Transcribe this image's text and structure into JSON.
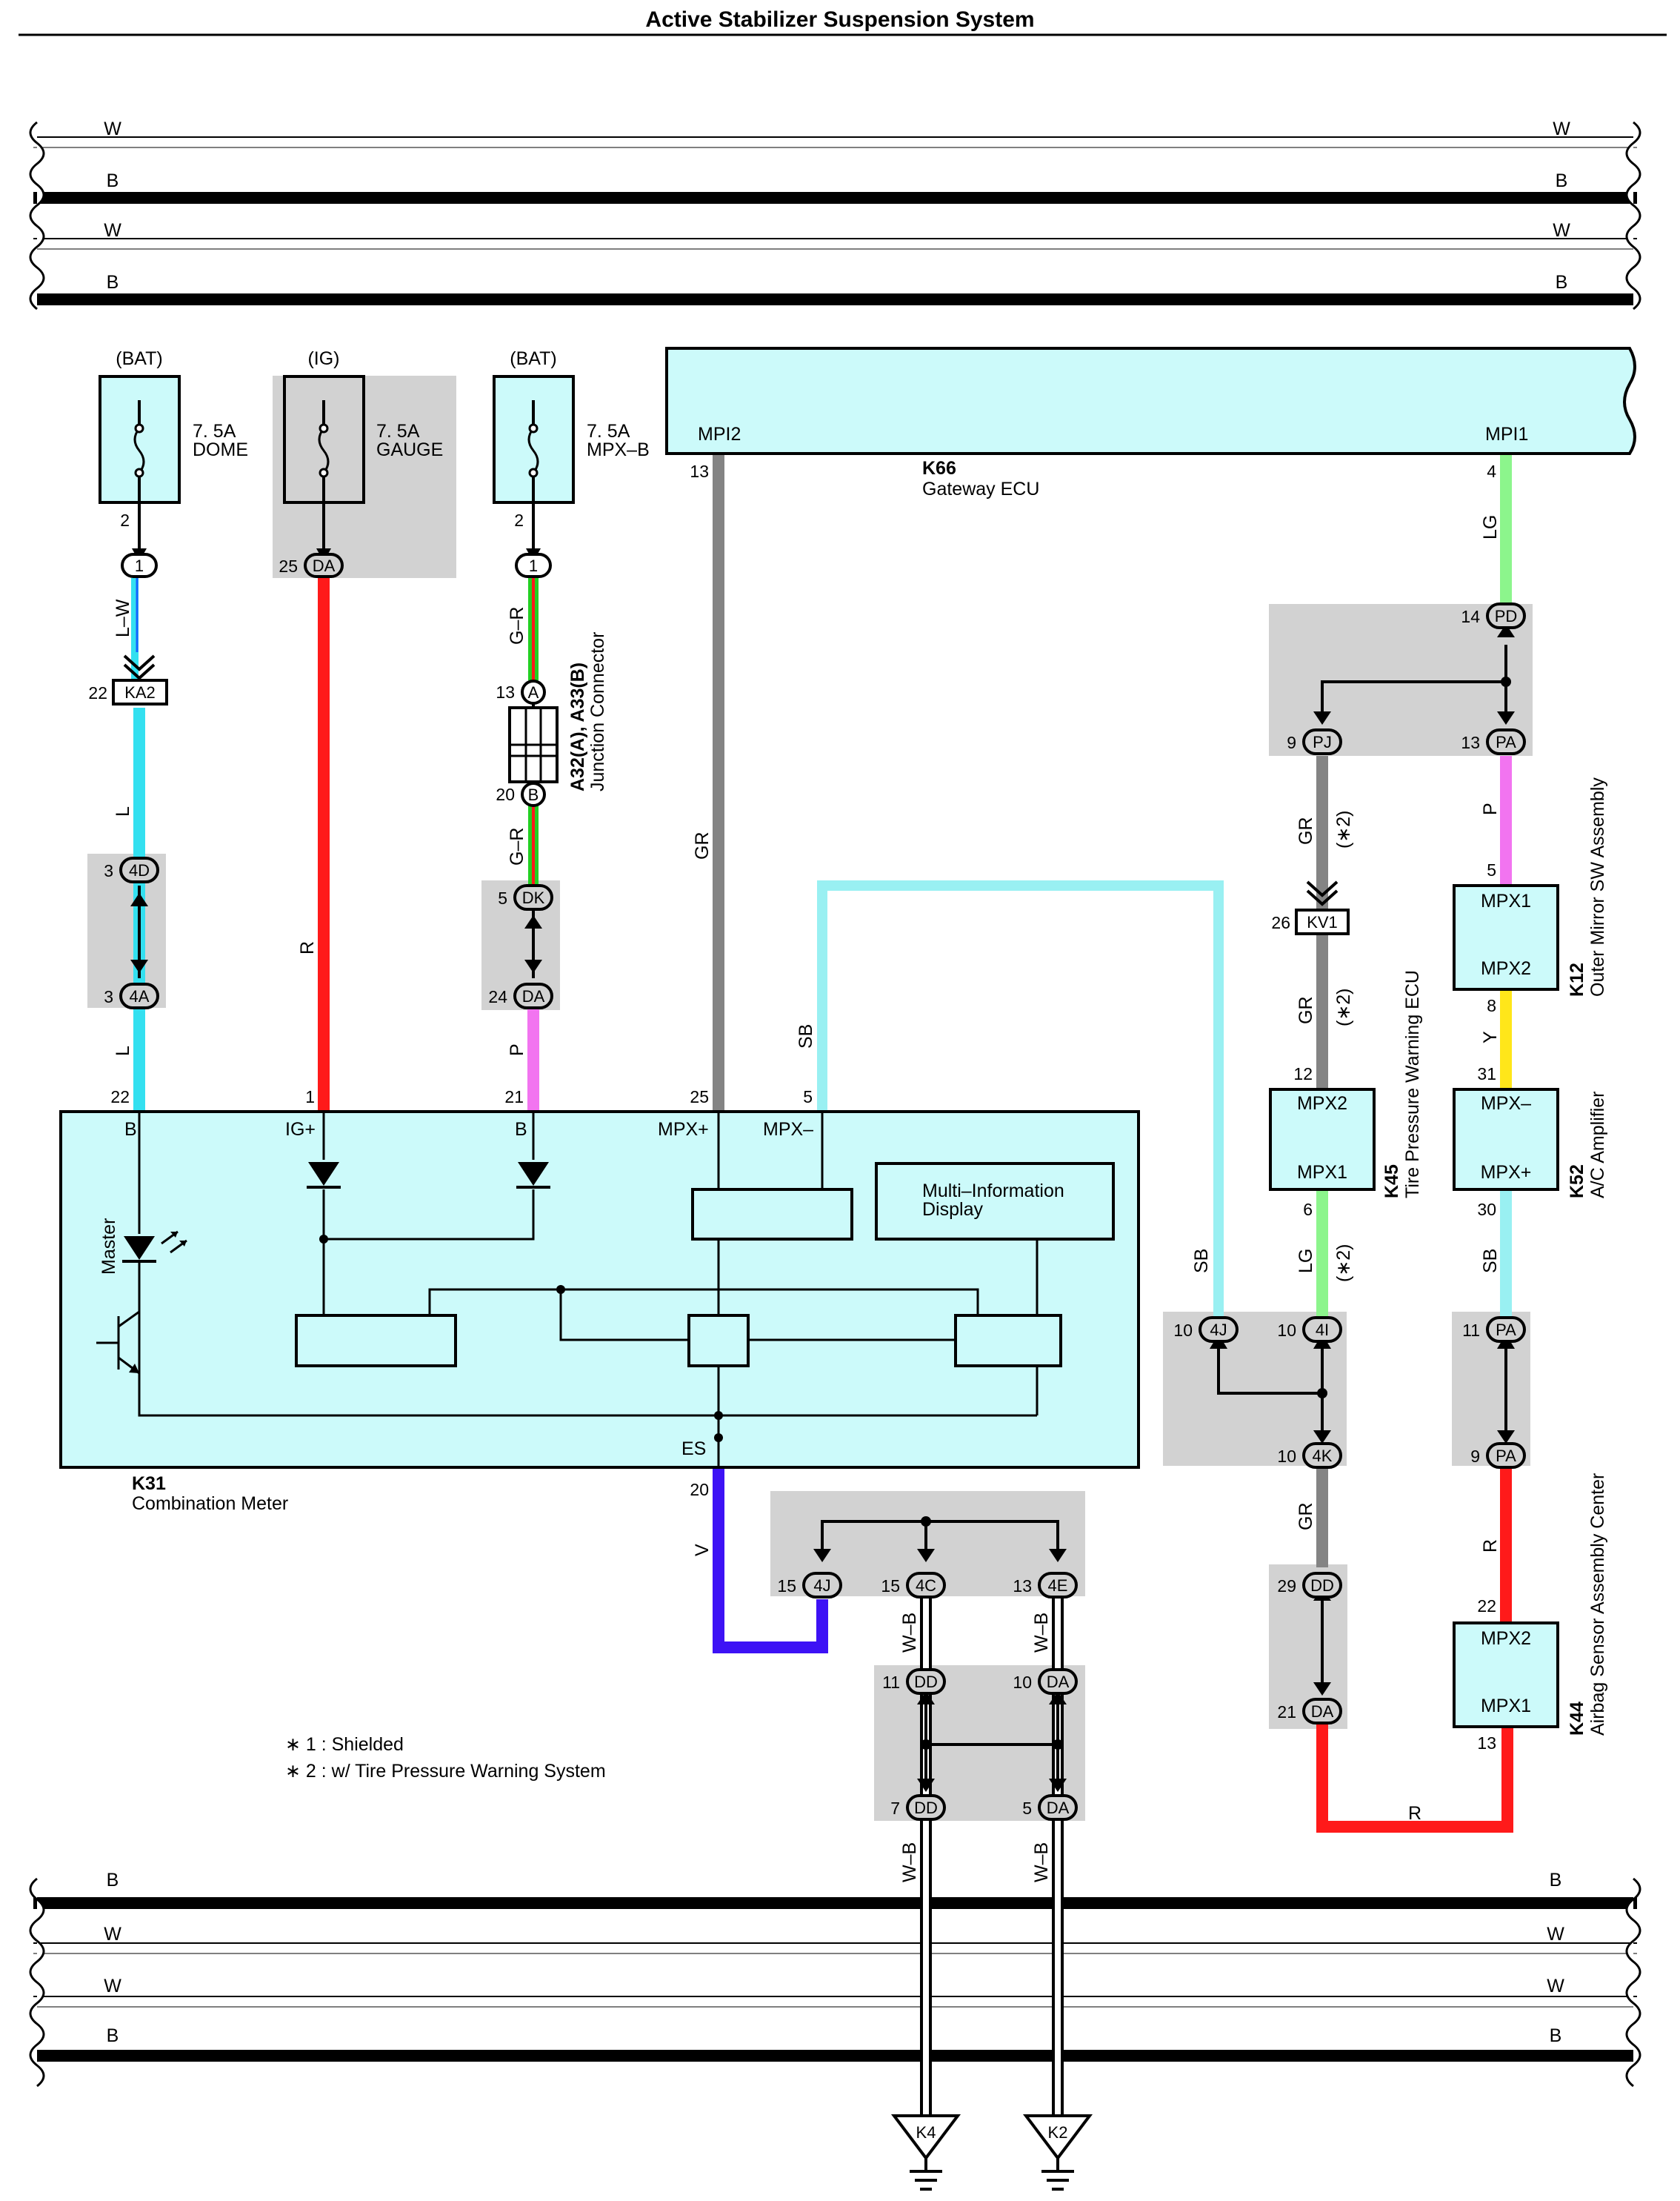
{
  "title": "Active Stabilizer Suspension System",
  "colors": {
    "component_fill": "#ccfafa",
    "connector_fill": "#d2d2d2",
    "wire_L": "#33e0f0",
    "wire_R": "#ff1a1a",
    "wire_P": "#f274f0",
    "wire_GR": "#848484",
    "wire_SB": "#99f0f2",
    "wire_LG": "#8cf58c",
    "wire_Y": "#ffe61a",
    "wire_V": "#3d12f5",
    "wire_G": "#22d022"
  },
  "bus_labels": {
    "top": [
      "W",
      "B",
      "W",
      "B"
    ],
    "bottom": [
      "B",
      "W",
      "W",
      "B"
    ]
  },
  "fuses": [
    {
      "source": "(BAT)",
      "amp": "7. 5A",
      "name": "DOME"
    },
    {
      "source": "(IG)",
      "amp": "7. 5A",
      "name": "GAUGE"
    },
    {
      "source": "(BAT)",
      "amp": "7. 5A",
      "name": "MPX–B"
    }
  ],
  "components": {
    "gateway": {
      "code": "K66",
      "name": "Gateway ECU",
      "pin_left": "MPI2",
      "pin_right": "MPI1"
    },
    "meter": {
      "code": "K31",
      "name": "Combination Meter",
      "pins": [
        "B",
        "IG+",
        "B",
        "MPX+",
        "MPX–",
        "ES"
      ],
      "display": [
        "Multi–Information",
        "Display"
      ],
      "master": "Master"
    },
    "junction": {
      "code": "A32(A), A33(B)",
      "name": "Junction Connector"
    },
    "tire": {
      "code": "K45",
      "name": "Tire Pressure Warning ECU",
      "pin_top": "MPX2",
      "pin_bottom": "MPX1"
    },
    "mirror": {
      "code": "K12",
      "name": "Outer Mirror SW Assembly",
      "pin_top": "MPX1",
      "pin_bottom": "MPX2"
    },
    "ac": {
      "code": "K52",
      "name": "A/C Amplifier",
      "pin_top": "MPX–",
      "pin_bottom": "MPX+"
    },
    "airbag": {
      "code": "K44",
      "name": "Airbag Sensor Assembly Center",
      "pin_top": "MPX2",
      "pin_bottom": "MPX1"
    }
  },
  "grounds": [
    "K4",
    "K2"
  ],
  "notes": [
    "∗ 1 : Shielded",
    "∗ 2 : w/ Tire Pressure Warning System"
  ],
  "conn_labels": {
    "c1a": "1",
    "ka2": "KA2",
    "c4d": "4D",
    "c4a": "4A",
    "cda25": "DA",
    "c1b": "1",
    "cA": "A",
    "cB": "B",
    "cdk": "DK",
    "cda24": "DA",
    "cpd": "PD",
    "cpj": "PJ",
    "cpa13": "PA",
    "kv1": "KV1",
    "c4j10": "4J",
    "c4i": "4I",
    "c4k": "4K",
    "cpa11": "PA",
    "cpa9": "PA",
    "cdd29": "DD",
    "cda21": "DA",
    "c4j15": "4J",
    "c4c": "4C",
    "c4e": "4E",
    "cdd11": "DD",
    "cda10": "DA",
    "cdd7": "DD",
    "cda5": "DA"
  },
  "pin_numbers": {
    "dome_out": "2",
    "c1a": "",
    "ka2": "22",
    "c4d": "3",
    "c4a": "3",
    "meter_b": "22",
    "cda25": "25",
    "meter_ig": "1",
    "mpx_out": "2",
    "cA": "13",
    "cB": "20",
    "cdk": "5",
    "cda24": "24",
    "meter_b2": "21",
    "gw_mpi2": "13",
    "meter_mpx_plus": "25",
    "meter_mpx_minus": "5",
    "meter_es": "20",
    "gw_mpi1": "4",
    "cpd": "14",
    "cpj": "9",
    "cpa13": "13",
    "kv1": "26",
    "tire_top": "12",
    "tire_bottom": "6",
    "mirror_top": "5",
    "mirror_bottom": "8",
    "ac_top": "31",
    "ac_bottom": "30",
    "c4j10": "10",
    "c4i": "10",
    "c4k": "10",
    "cpa11": "11",
    "cpa9": "9",
    "airbag_top": "22",
    "airbag_bottom": "13",
    "cdd29": "29",
    "cda21": "21",
    "c4j15": "15",
    "c4c": "15",
    "c4e": "13",
    "cdd11": "11",
    "cda10": "10",
    "cdd7": "7",
    "cda5": "5"
  },
  "wire_labels": {
    "lw": "L–W",
    "l1": "L",
    "l2": "L",
    "r": "R",
    "gr1": "G–R",
    "gr2": "G–R",
    "p1": "P",
    "gr_main": "GR",
    "sb_main": "SB",
    "v": "V",
    "lg_top": "LG",
    "gr_pj": "GR",
    "gr_kv": "GR",
    "star2a": "(∗2)",
    "star2b": "(∗2)",
    "star2c": "(∗2)",
    "lg_tire": "LG",
    "sb_right": "SB",
    "p_mirror": "P",
    "y": "Y",
    "sb_ac": "SB",
    "r_airbag": "R",
    "gr_4k": "GR",
    "r_bottom": "R",
    "wb1": "W–B",
    "wb2": "W–B",
    "wb3": "W–B",
    "wb4": "W–B"
  }
}
